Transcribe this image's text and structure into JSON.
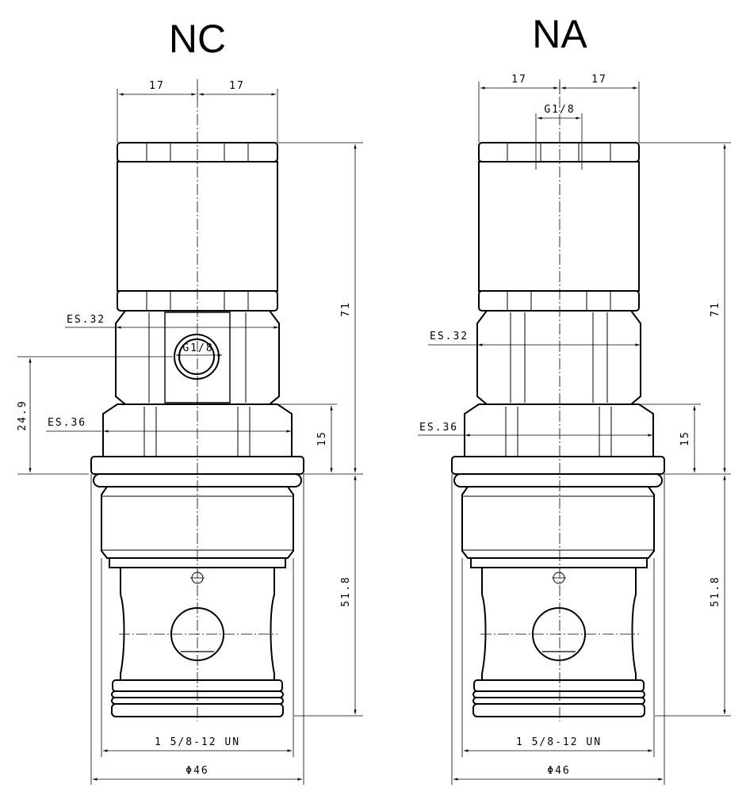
{
  "views": [
    {
      "title": "NC",
      "dims": {
        "top_left": "17",
        "top_right": "17",
        "port": "G1/8",
        "es32": "ES.32",
        "es36": "ES.36",
        "height_total": "71",
        "height_lower": "51.8",
        "height_15": "15",
        "height_249": "24.9",
        "thread": "1 5/8-12 UN",
        "diameter": "Φ46"
      }
    },
    {
      "title": "NA",
      "dims": {
        "top_left": "17",
        "top_right": "17",
        "port": "G1/8",
        "es32": "ES.32",
        "es36": "ES.36",
        "height_total": "71",
        "height_lower": "51.8",
        "height_15": "15",
        "thread": "1 5/8-12 UN",
        "diameter": "Φ46"
      }
    }
  ]
}
